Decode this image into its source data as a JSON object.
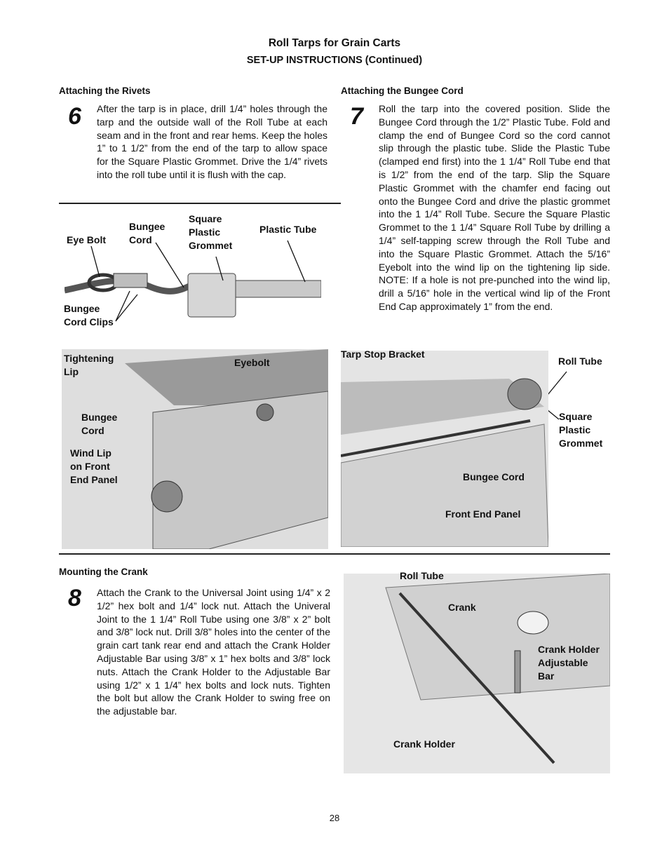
{
  "header": {
    "title": "Roll Tarps for Grain Carts",
    "subtitle": "SET-UP INSTRUCTIONS (Continued)"
  },
  "step6": {
    "heading": "Attaching the Rivets",
    "number": "6",
    "text": "After the tarp is in place, drill 1/4” holes through the tarp and the outside wall of the Roll Tube at each seam and in the front and rear hems. Keep the holes 1” to 1 1/2” from the end of the tarp to allow space for the Square Plastic Grommet. Drive the 1/4” rivets into the roll tube until it is flush with the cap."
  },
  "step7": {
    "heading": "Attaching the Bungee Cord",
    "number": "7",
    "text": "Roll the tarp into the covered position. Slide the Bungee Cord through the 1/2” Plastic Tube. Fold and clamp the end of Bungee Cord so the cord cannot slip through the plastic tube. Slide the Plastic Tube (clamped end first) into the 1 1/4” Roll Tube end that is 1/2” from the end of the tarp. Slip the Square Plastic Grommet with the chamfer end facing out onto the Bungee Cord and drive the plastic grommet into the 1 1/4” Roll Tube. Secure the Square Plastic Grommet to the 1 1/4” Square Roll Tube by drilling a 1/4” self-tapping screw through the Roll Tube and into the Square Plastic Grommet. Attach the 5/16” Eyebolt into the wind lip on the tightening lip side. NOTE: If a hole is not pre-punched into the wind lip, drill a 5/16” hole in the vertical wind lip of the Front End Cap approximately 1” from the end."
  },
  "step8": {
    "heading": "Mounting the Crank",
    "number": "8",
    "text": "Attach the Crank to the Universal Joint using 1/4” x 2 1/2” hex bolt and 1/4” lock nut. Attach the Univeral Joint to the 1 1/4” Roll Tube using one 3/8” x 2” bolt and 3/8” lock nut. Drill 3/8” holes into the center of the grain cart tank rear end and attach the Crank Holder Adjustable Bar using 3/8” x 1” hex bolts and 3/8” lock nuts. Attach the Crank Holder to the Adjustable Bar using 1/2” x 1 1/4” hex bolts and lock nuts. Tighten the bolt but allow the Crank Holder to swing free on the adjustable bar."
  },
  "figure_bungee": {
    "eye_bolt": "Eye Bolt",
    "bungee_cord": [
      "Bungee",
      "Cord"
    ],
    "square_plastic_grommet": [
      "Square",
      "Plastic",
      "Grommet"
    ],
    "plastic_tube": "Plastic Tube",
    "bungee_cord_clips": [
      "Bungee",
      "Cord Clips"
    ]
  },
  "figure_eyebolt": {
    "tightening_lip": [
      "Tightening",
      "Lip"
    ],
    "eyebolt": "Eyebolt",
    "bungee_cord": [
      "Bungee",
      "Cord"
    ],
    "wind_lip": [
      "Wind Lip",
      "on Front",
      "End Panel"
    ]
  },
  "figure_rolltube": {
    "tarp_stop_bracket": "Tarp Stop Bracket",
    "roll_tube": "Roll Tube",
    "square_plastic_grommet": [
      "Square",
      "Plastic",
      "Grommet"
    ],
    "bungee_cord": "Bungee Cord",
    "front_end_panel": "Front End Panel"
  },
  "figure_crank": {
    "roll_tube": "Roll Tube",
    "crank": "Crank",
    "crank_holder_adjustable_bar": [
      "Crank Holder",
      "Adjustable",
      "Bar"
    ],
    "crank_holder": "Crank Holder"
  },
  "footer": {
    "page_number": "28"
  }
}
